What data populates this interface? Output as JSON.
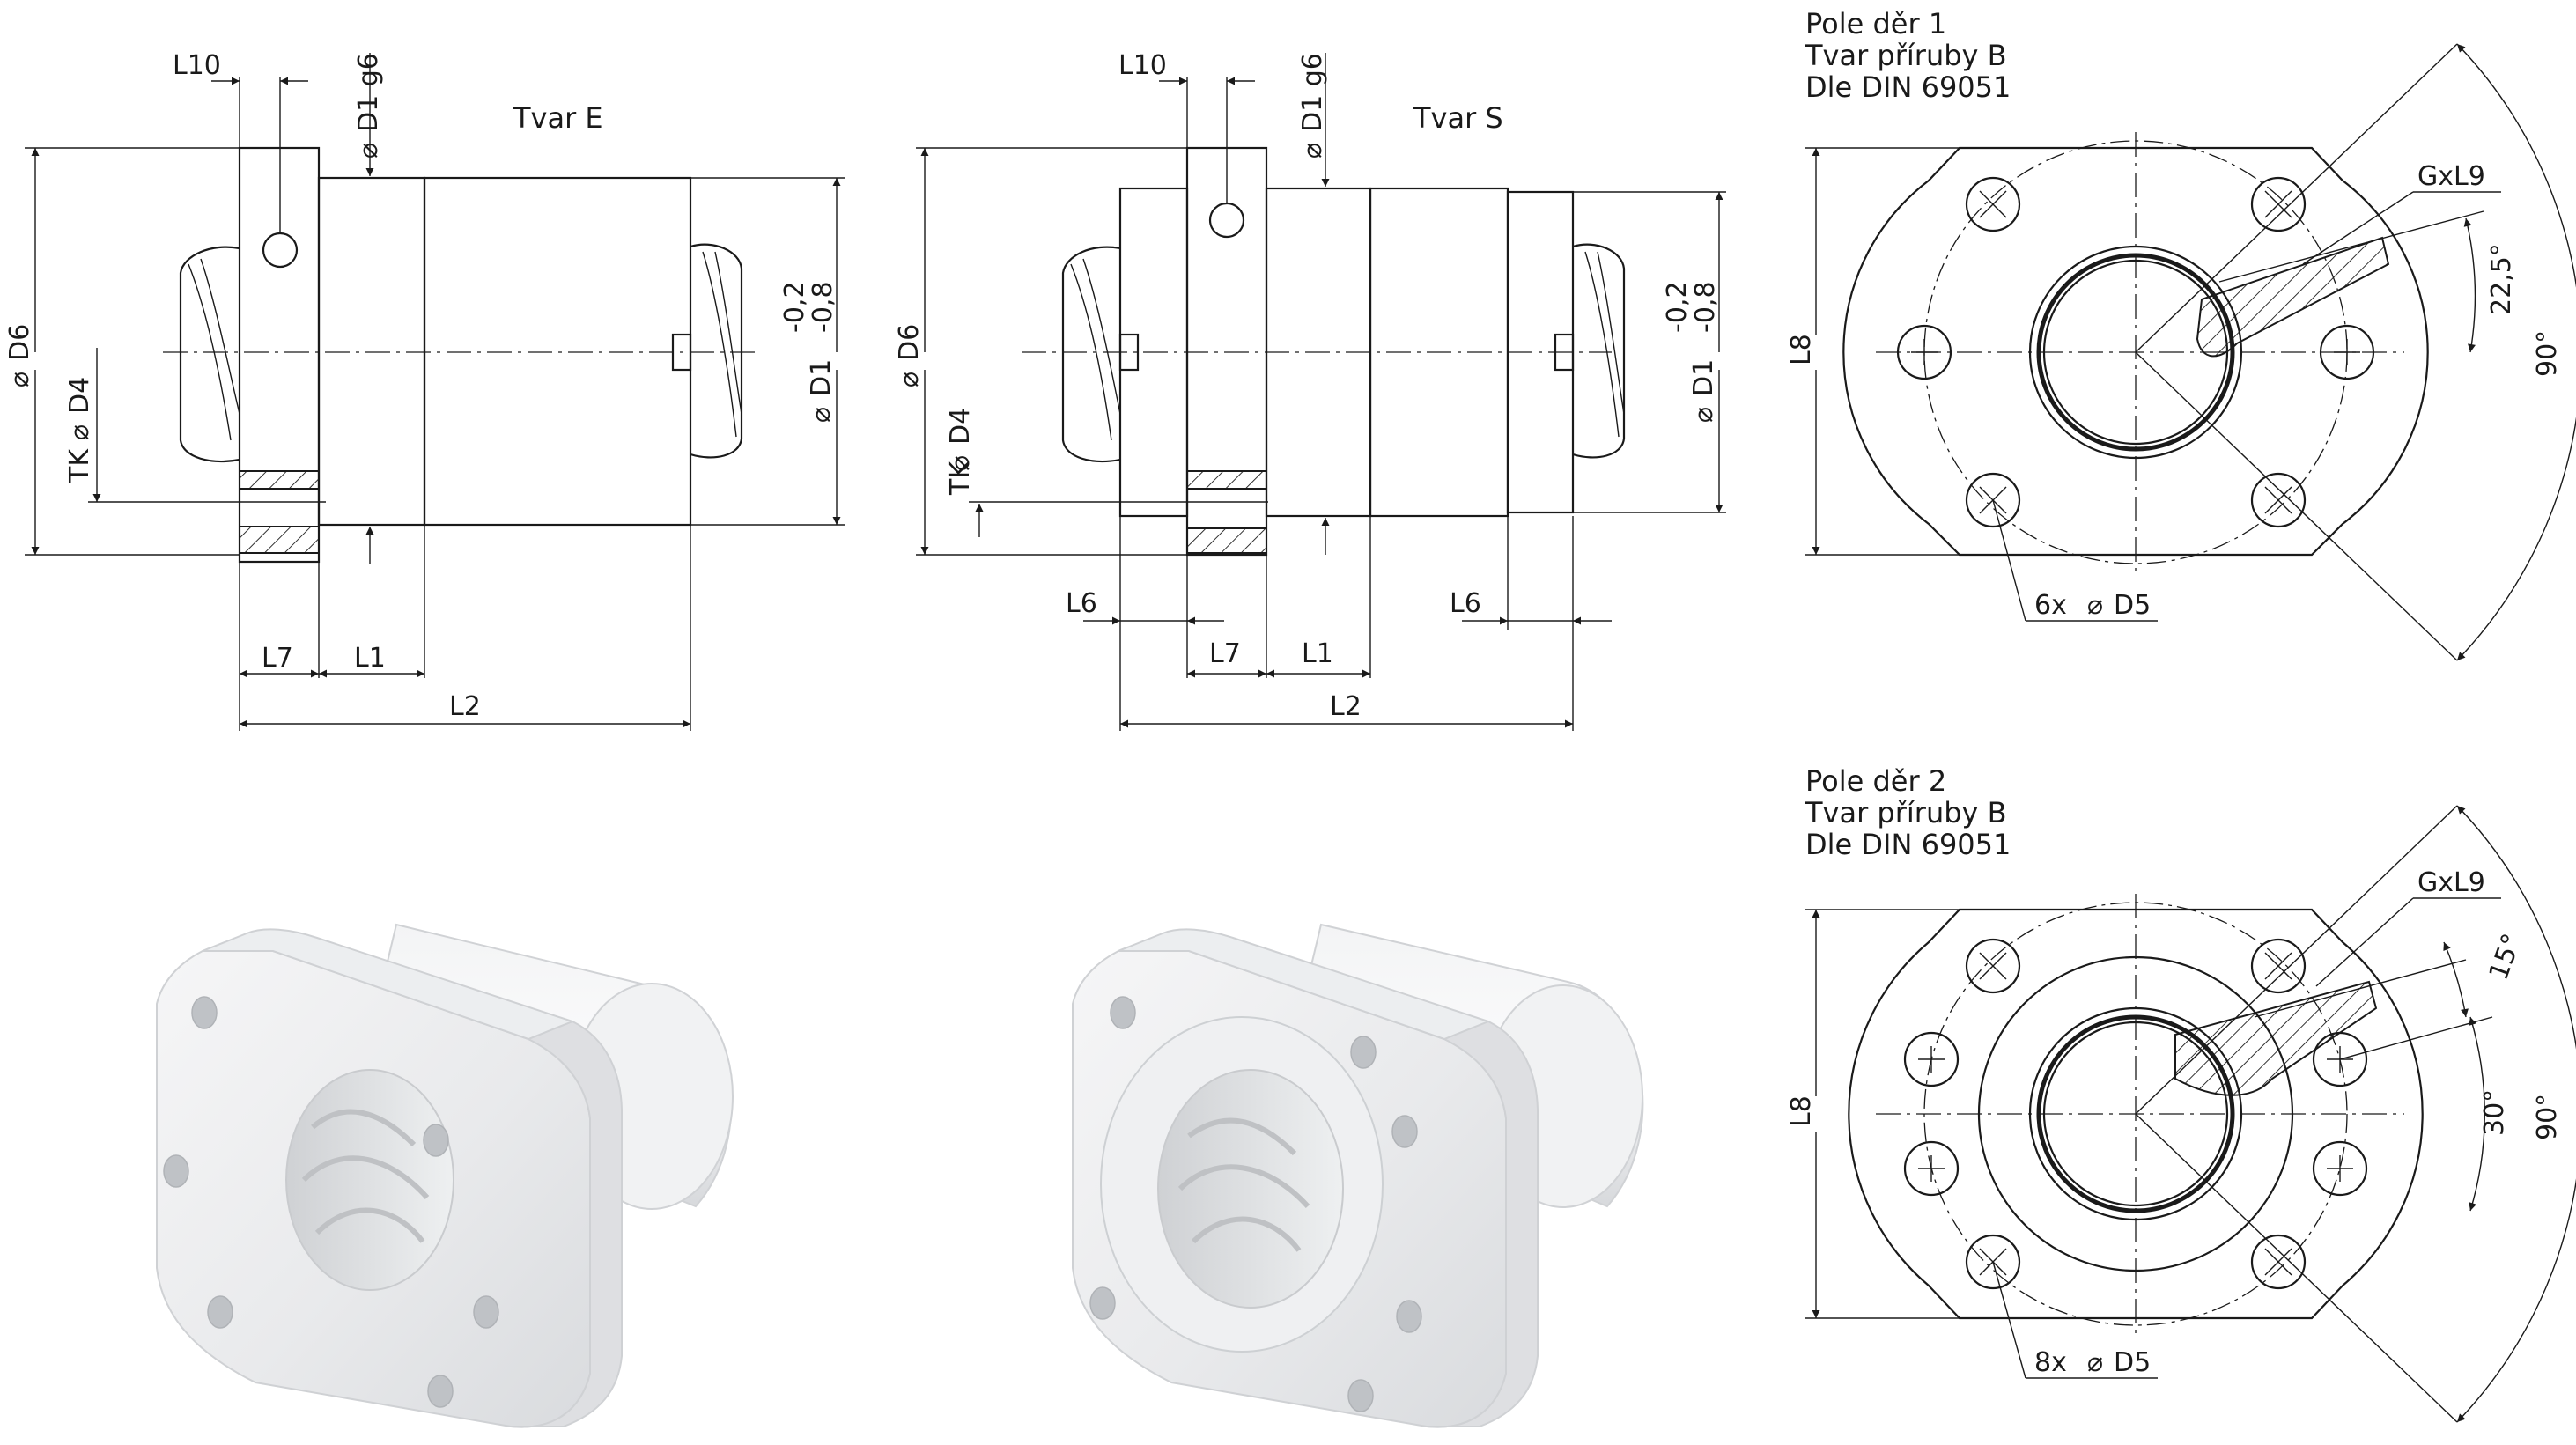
{
  "views": {
    "tvar_e": {
      "title": "Tvar E",
      "labels": {
        "l10": "L10",
        "d1g6": "D1 g6",
        "d6": "D6",
        "d4": "D4",
        "tk": "TK",
        "tol_upper": "-0,2",
        "tol_lower": "-0,8",
        "d1": "D1",
        "l7": "L7",
        "l1": "L1",
        "l2": "L2"
      }
    },
    "tvar_s": {
      "title": "Tvar S",
      "labels": {
        "l10": "L10",
        "d1g6": "D1 g6",
        "d6": "D6",
        "d4": "D4",
        "tk": "TK",
        "tol_upper": "-0,2",
        "tol_lower": "-0,8",
        "d1": "D1",
        "l6_left": "L6",
        "l6_right": "L6",
        "l7": "L7",
        "l1": "L1",
        "l2": "L2"
      }
    },
    "pattern1": {
      "heading": [
        "Pole děr 1",
        "Tvar příruby B",
        "Dle DIN 69051"
      ],
      "labels": {
        "gxl9": "GxL9",
        "angle_a": "22,5°",
        "angle_90": "90°",
        "l8": "L8",
        "count": "6x",
        "d5": "D5"
      }
    },
    "pattern2": {
      "heading": [
        "Pole děr 2",
        "Tvar příruby B",
        "Dle DIN 69051"
      ],
      "labels": {
        "gxl9": "GxL9",
        "angle_15": "15°",
        "angle_30": "30°",
        "angle_90": "90°",
        "l8": "L8",
        "count": "8x",
        "d5": "D5"
      }
    }
  },
  "symbols": {
    "diameter": "⌀"
  }
}
